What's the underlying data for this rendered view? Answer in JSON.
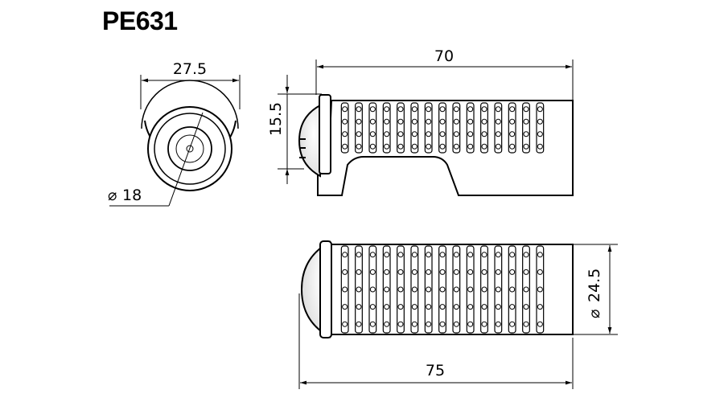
{
  "title": "PE631",
  "dimensions": {
    "top_view_width": "27.5",
    "inner_diameter": "18",
    "length_upper": "70",
    "height_upper": "15.5",
    "length_lower": "75",
    "diameter_lower": "24.5"
  },
  "symbols": {
    "diameter": "⌀"
  }
}
